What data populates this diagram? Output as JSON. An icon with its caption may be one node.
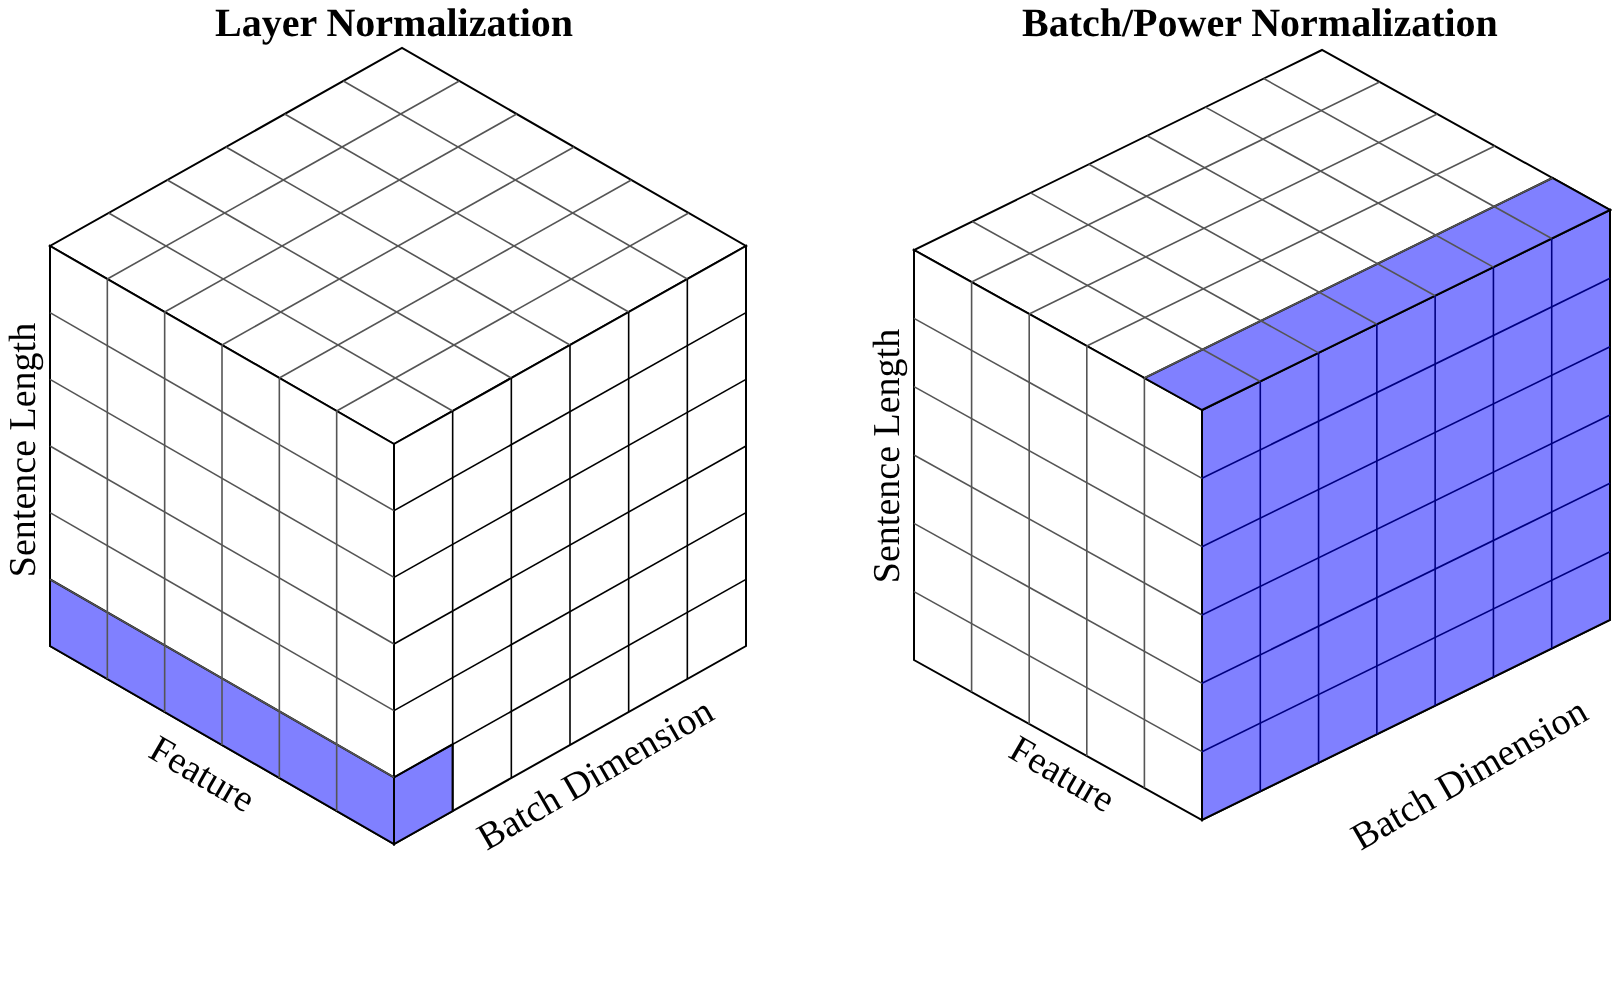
{
  "diagram": {
    "labels": [
      "Layer Normalization",
      "Batch/Power Normalization",
      "Sentence Length",
      "Feature",
      "Batch Dimension",
      "Sentence Length",
      "Feature",
      "Batch Dimension"
    ]
  }
}
